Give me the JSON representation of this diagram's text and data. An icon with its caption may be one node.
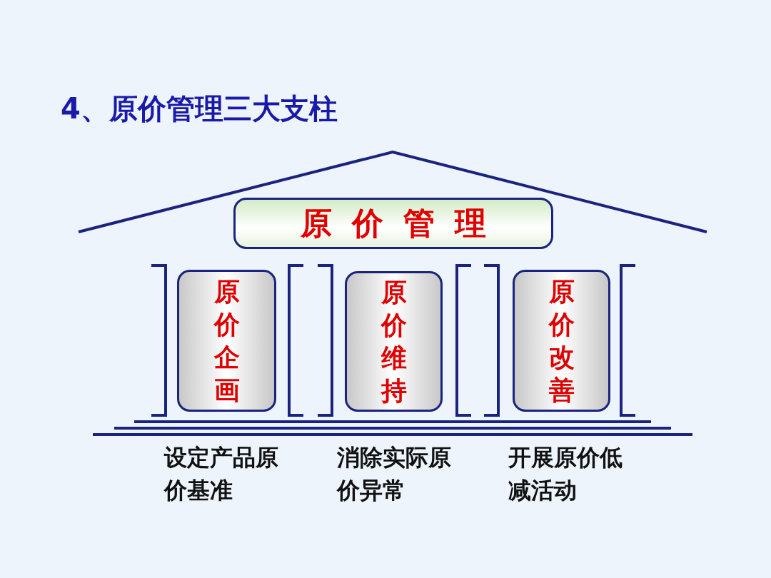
{
  "diagram": {
    "title": "4、原价管理三大支柱",
    "nodes": [
      {
        "text": [
          "原价管理"
        ]
      },
      {
        "text": [
          "原价企画"
        ],
        "beside": [
          "设定产品原价基准"
        ]
      },
      {
        "text": [
          "原价维持"
        ],
        "beside": [
          "消除实际原价异常"
        ]
      },
      {
        "text": [
          "原价改善"
        ],
        "beside": [
          "开展原价低减活动"
        ]
      }
    ],
    "edges": []
  }
}
